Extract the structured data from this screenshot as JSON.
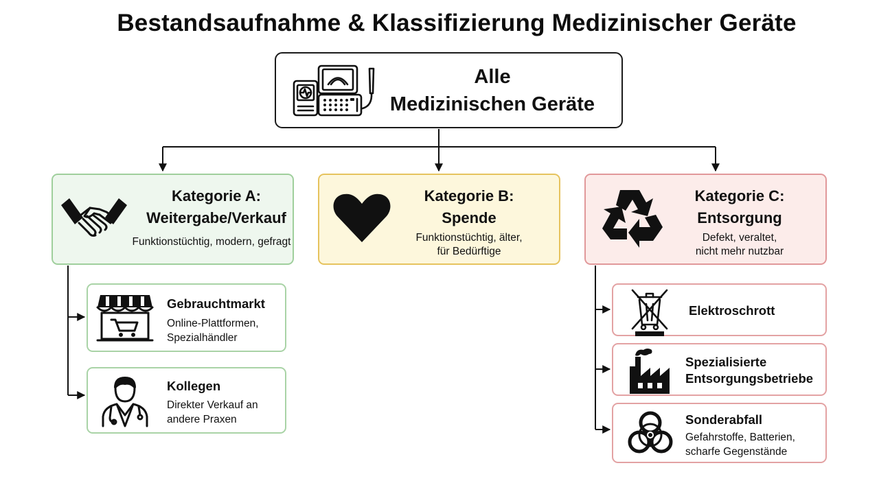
{
  "title": "Bestandsaufnahme & Klassifizierung Medizinischer Geräte",
  "root": {
    "line1": "Alle",
    "line2": "Medizinischen Geräte",
    "icon": "medical-devices-icon"
  },
  "categories": [
    {
      "id": "a",
      "heading_line1": "Kategorie A:",
      "heading_line2": "Weitergabe/Verkauf",
      "desc_line1": "Funktionstüchtig, modern, gefragt",
      "desc_line2": "",
      "icon": "handshake-icon",
      "fill": "#eef7ee",
      "border": "#9fcf9c"
    },
    {
      "id": "b",
      "heading_line1": "Kategorie B:",
      "heading_line2": "Spende",
      "desc_line1": "Funktionstüchtig, älter,",
      "desc_line2": "für Bedürftige",
      "icon": "heart-icon",
      "fill": "#fdf7dc",
      "border": "#e6c35e"
    },
    {
      "id": "c",
      "heading_line1": "Kategorie C:",
      "heading_line2": "Entsorgung",
      "desc_line1": "Defekt, veraltet,",
      "desc_line2": "nicht mehr nutzbar",
      "icon": "recycle-icon",
      "fill": "#fcecea",
      "border": "#e1989a"
    }
  ],
  "category_a_children": [
    {
      "title": "Gebrauchtmarkt",
      "desc_line1": "Online-Plattformen,",
      "desc_line2": "Spezialhändler",
      "icon": "online-shop-icon"
    },
    {
      "title": "Kollegen",
      "desc_line1": "Direkter Verkauf an",
      "desc_line2": "andere Praxen",
      "icon": "doctor-icon"
    }
  ],
  "category_c_children": [
    {
      "title_line1": "Elektroschrott",
      "title_line2": "",
      "desc_line1": "",
      "desc_line2": "",
      "icon": "crossed-out-bin-icon"
    },
    {
      "title_line1": "Spezialisierte",
      "title_line2": "Entsorgungsbetriebe",
      "desc_line1": "",
      "desc_line2": "",
      "icon": "factory-icon"
    },
    {
      "title_line1": "Sonderabfall",
      "title_line2": "",
      "desc_line1": "Gefahrstoffe, Batterien,",
      "desc_line2": "scharfe Gegenstände",
      "icon": "biohazard-icon"
    }
  ],
  "colors": {
    "line": "#111111",
    "green_border": "#a9d3a6",
    "red_border": "#e3a2a3"
  }
}
